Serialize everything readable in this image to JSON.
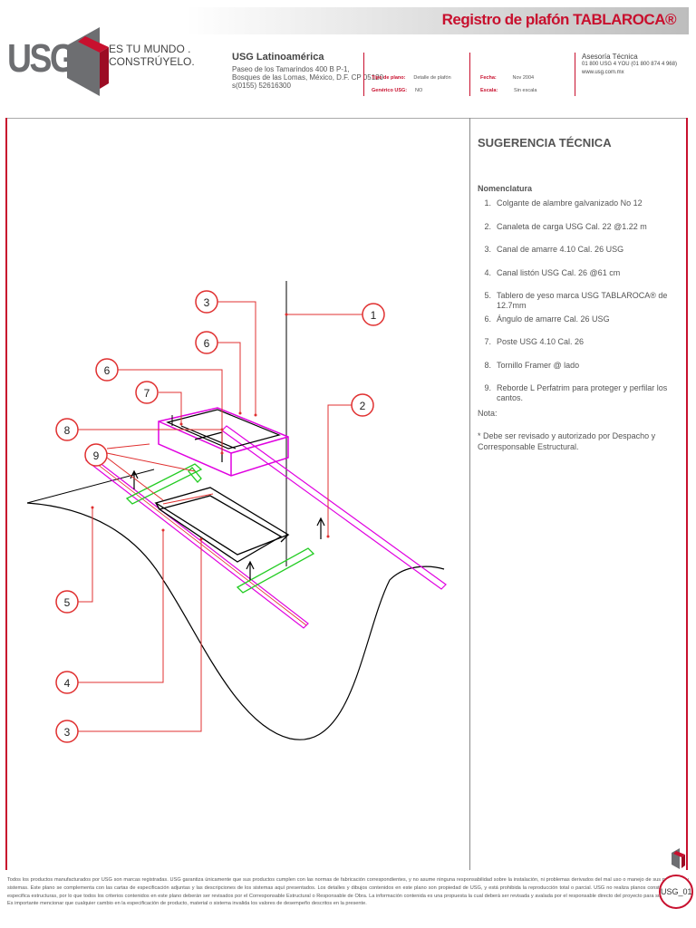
{
  "title": "Registro de plafón TABLAROCA®",
  "brand": {
    "logo_text": "USG",
    "tagline_line1": "ES TU MUNDO .",
    "tagline_line2": "CONSTRÚYELO."
  },
  "company": {
    "name": "USG Latinoamérica",
    "address_lines": [
      "Paseo de los Tamarindos 400 B P-1,",
      "Bosques de las Lomas, México, D.F. CP 05120",
      "s(0155) 52616300"
    ]
  },
  "plan_meta": {
    "tipo_label": "Tipo de plano:",
    "tipo_value": "Detalle de plafón",
    "generic_label": "Genérico USG:",
    "generic_value": "NO",
    "fecha_label": "Fecha:",
    "fecha_value": "Nov 2004",
    "escala_label": "Escala:",
    "escala_value": "Sin escala"
  },
  "asesoria": {
    "title": "Asesoría Técnica",
    "phones": "01 800 USG 4 YOU (01 800 874 4 968)",
    "web": "www.usg.com.mx"
  },
  "panel": {
    "title": "SUGERENCIA TÉCNICA",
    "nomenclature_label": "Nomenclatura",
    "items": [
      {
        "num": "1.",
        "text": "Colgante de alambre galvanizado No 12"
      },
      {
        "num": "2.",
        "text": "Canaleta de carga USG Cal. 22 @1.22 m"
      },
      {
        "num": "3.",
        "text": "Canal de amarre 4.10 Cal. 26 USG"
      },
      {
        "num": "4.",
        "text": " Canal listón USG Cal. 26 @61 cm"
      },
      {
        "num": "5.",
        "text": "Tablero de yeso marca USG TABLAROCA® de 12.7mm"
      },
      {
        "num": "6.",
        "text": "Ángulo de amarre Cal. 26 USG"
      },
      {
        "num": "7.",
        "text": "Poste USG 4.10 Cal. 26"
      },
      {
        "num": "8.",
        "text": "Tornillo Framer @ lado"
      },
      {
        "num": "9.",
        "text": "Reborde L Perfatrim para proteger y perfilar los cantos."
      }
    ],
    "note_label": "Nota:",
    "note_text": "* Debe ser revisado y  autorizado por Despacho y Corresponsable Estructural."
  },
  "callouts": {
    "c1": "1",
    "c2": "2",
    "c3a": "3",
    "c3b": "3",
    "c4": "4",
    "c5": "5",
    "c6a": "6",
    "c6b": "6",
    "c7": "7",
    "c8": "8",
    "c9": "9"
  },
  "footer": {
    "disclaimer": "Todos los productos manufacturados por USG son marcas registradas. USG garantiza únicamente que sus productos cumplen con las normas de fabricación correspondientes, y no asume ninguna responsabilidad sobre la instalación, ni problemas derivados del mal uso o manejo de sus productos y sistemas. Este plano se complementa con las cartas de especificación adjuntas y las descripciones de los sistemas aquí presentados. Los detalles y dibujos contenidos en este plano son propiedad de USG, y está prohibida la reproducción total o parcial. USG no realiza planos constructivos y no especifica estructuras, por lo que todos los criterios contenidos en este plano deberán ser revisados por el Corresponsable Estructural o Responsable de Obra. La información contenida es una propuesta la cual deberá ser revisada y avalada por el responsable directo del proyecto para su aprobación. Es importante mencionar que cualquier cambio en la especificación de producto, material o sistema invalida los valores de desempeño descritos en la presente.",
    "doc_code": "USG_01"
  },
  "colors": {
    "brand_red": "#c8102e",
    "logo_gray": "#6d6e71",
    "magenta_member": "#e000e0",
    "green_member": "#22cc22"
  }
}
